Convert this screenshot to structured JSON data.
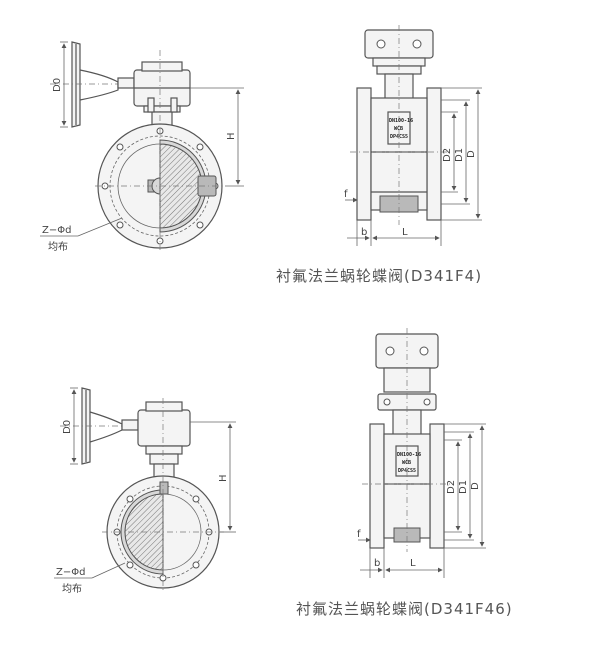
{
  "valves": [
    {
      "caption": "衬氟法兰蜗轮蝶阀(D341F4)",
      "labels": {
        "d0": "D0",
        "h": "H",
        "bolts": "Z−Φd",
        "uniform": "均布",
        "d2": "D2",
        "d1": "D1",
        "d": "D",
        "f": "f",
        "b": "b",
        "l": "L"
      },
      "nameplate": [
        "DN100-16",
        "WCB",
        "DP4CS5"
      ]
    },
    {
      "caption": "衬氟法兰蜗轮蝶阀(D341F46)",
      "labels": {
        "d0": "D0",
        "h": "H",
        "bolts": "Z−Φd",
        "uniform": "均布",
        "d2": "D2",
        "d1": "D1",
        "d": "D",
        "f": "f",
        "b": "b",
        "l": "L"
      },
      "nameplate": [
        "DN100-16",
        "WCB",
        "DP4CS5"
      ]
    }
  ]
}
